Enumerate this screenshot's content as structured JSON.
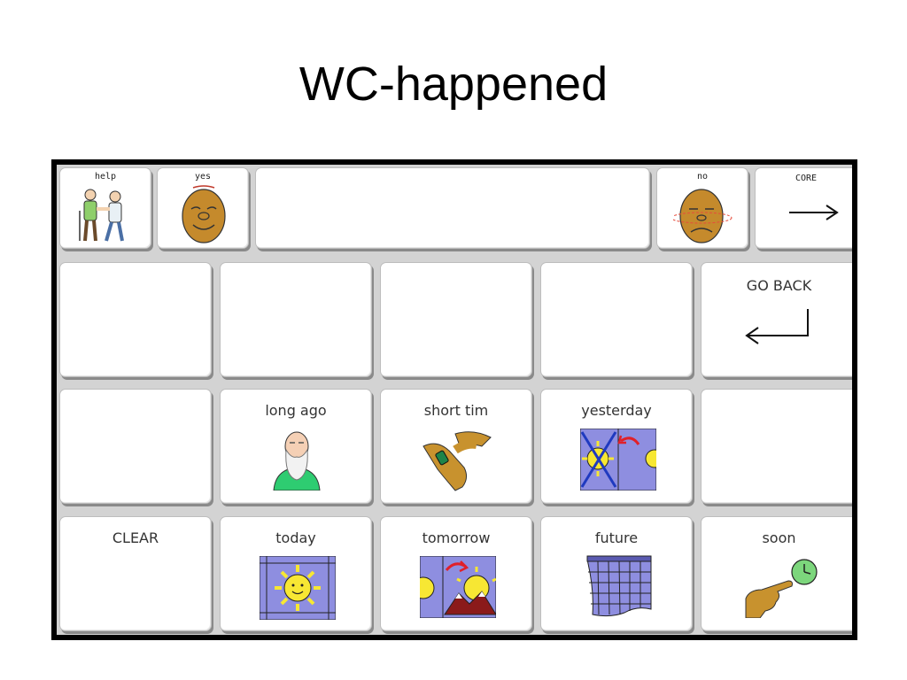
{
  "slide": {
    "title": "WC-happened"
  },
  "board": {
    "top_row": {
      "help": {
        "label": "help",
        "icon": "help-people-icon"
      },
      "yes": {
        "label": "yes",
        "icon": "yes-nod-face-icon"
      },
      "message_bar": {
        "value": ""
      },
      "no": {
        "label": "no",
        "icon": "no-shake-face-icon"
      },
      "core": {
        "label": "CORE",
        "icon": "right-arrow-icon"
      }
    },
    "go_back": {
      "label": "GO BACK",
      "icon": "return-arrow-icon"
    },
    "cells": {
      "long_ago": {
        "label": "long ago",
        "icon": "old-man-icon"
      },
      "short_time": {
        "label": "short tim",
        "icon": "wristwatch-hand-icon"
      },
      "yesterday": {
        "label": "yesterday",
        "icon": "crossed-sun-icon"
      },
      "clear": {
        "label": "CLEAR"
      },
      "today": {
        "label": "today",
        "icon": "sun-icon"
      },
      "tomorrow": {
        "label": "tomorrow",
        "icon": "sunrise-mountain-icon"
      },
      "future": {
        "label": "future",
        "icon": "calendar-icon"
      },
      "soon": {
        "label": "soon",
        "icon": "pointing-clock-icon"
      }
    }
  }
}
